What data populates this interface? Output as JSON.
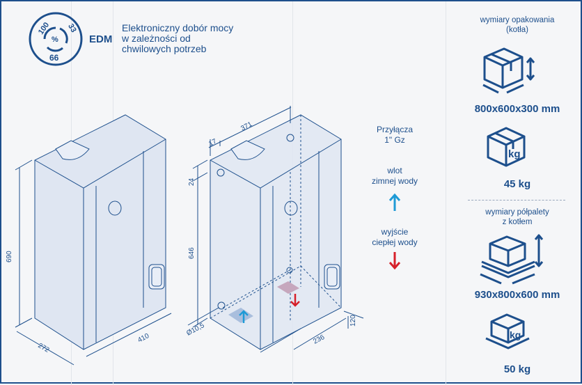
{
  "badge": {
    "ring_numbers": [
      "100",
      "33",
      "66"
    ],
    "center_symbol": "%",
    "label": "EDM"
  },
  "description": "Elektroniczny dobór mocy\nw zależności od\nchwilowych potrzeb",
  "left_dimensions": {
    "height": "690",
    "depth": "272",
    "width": "410"
  },
  "right_dimensions": {
    "top_width": "371",
    "offset": "17",
    "top_drop": "24",
    "height": "646",
    "diameter": "Ø10,5",
    "bottom_width": "236",
    "bottom_depth": "120"
  },
  "connections": {
    "title": "Przyłącza\n1\" Gz",
    "inlet": "wlot\nzimnej wody",
    "outlet": "wyjście\nciepłej wody"
  },
  "packaging": {
    "title": "wymiary opakowania\n(kotła)",
    "dimensions": "800x600x300 mm",
    "weight": "45 kg",
    "weight_icon_text": "kg",
    "box_icon": "box-dimensions-icon",
    "weight_icon": "box-weight-icon"
  },
  "pallet": {
    "title": "wymiary półpalety\nz kotłem",
    "dimensions": "930x800x600 mm",
    "weight": "50 kg",
    "weight_icon_text": "kg",
    "pallet_icon": "pallet-dimensions-icon",
    "weight_icon": "pallet-weight-icon"
  },
  "colors": {
    "primary": "#1d4f8c",
    "boiler_fill": "#dfe6f2",
    "inlet_arrow": "#1e9ad6",
    "outlet_arrow": "#d6202a"
  }
}
